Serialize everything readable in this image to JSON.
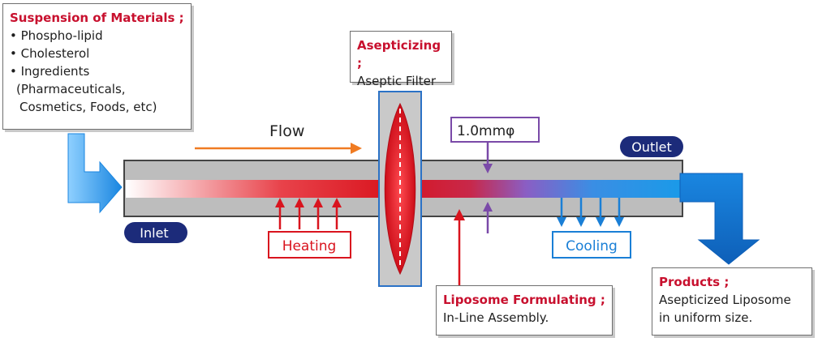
{
  "materials": {
    "title": "Suspension of Materials ;",
    "items": [
      "Phospho-lipid",
      "Cholesterol",
      "Ingredients"
    ],
    "extra_lines": [
      "(Pharmaceuticals,",
      "Cosmetics, Foods, etc)"
    ]
  },
  "asepticizing": {
    "title": "Asepticizing ;",
    "detail": "Aseptic Filter"
  },
  "flow_label": "Flow",
  "diameter_label": "1.0mmφ",
  "outlet_label": "Outlet",
  "inlet_label": "Inlet",
  "heating_label": "Heating",
  "cooling_label": "Cooling",
  "liposome": {
    "title": "Liposome Formulating ;",
    "detail": "In-Line Assembly."
  },
  "products": {
    "title": "Products ;",
    "lines": [
      "Asepticized Liposome",
      "in uniform size."
    ]
  },
  "colors": {
    "red": "#d9141e",
    "blue": "#1a7fd6",
    "navy": "#1c2b7a",
    "orange": "#f07b22",
    "purple": "#7a4aa8",
    "pipe_gray": "#bdbdbd"
  }
}
